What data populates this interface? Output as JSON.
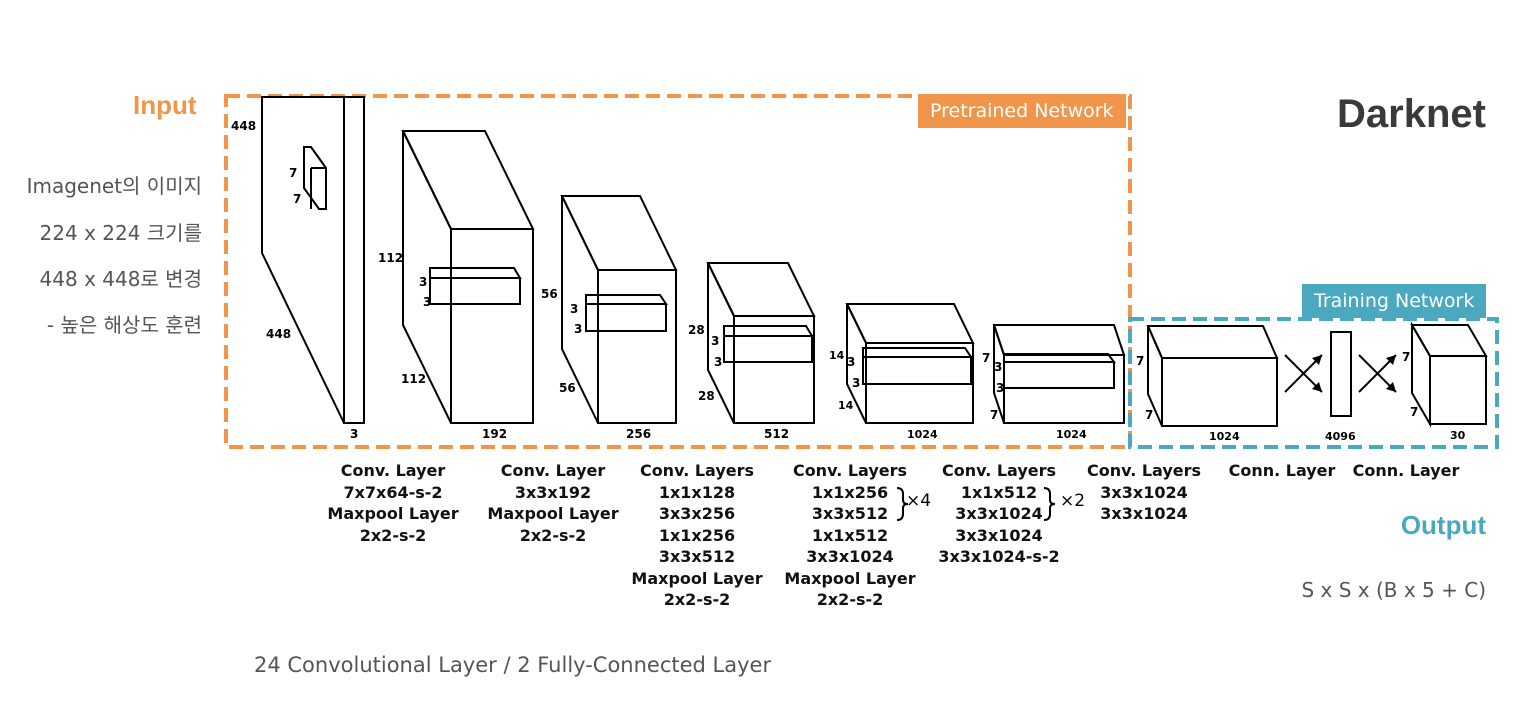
{
  "title": "Darknet",
  "input": {
    "label": "Input",
    "lines": [
      "Imagenet의 이미지",
      "224 x 224 크기를",
      "448 x 448로 변경",
      "- 높은 해상도 훈련"
    ]
  },
  "badges": {
    "pretrained": "Pretrained Network",
    "training": "Training Network"
  },
  "output": {
    "label": "Output",
    "formula": "S x S x (B x 5 + C)"
  },
  "footer": "24 Convolutional Layer  /  2 Fully-Connected Layer",
  "colors": {
    "orange": "#f0954a",
    "teal": "#4aa8c0"
  },
  "dims": {
    "input": {
      "h": "448",
      "w": "448",
      "d": "3",
      "kernel_a": "7",
      "kernel_b": "7"
    },
    "b1": {
      "h": "112",
      "w": "112",
      "d": "192",
      "kernel_a": "3",
      "kernel_b": "3"
    },
    "b2": {
      "h": "56",
      "w": "56",
      "d": "256",
      "kernel_a": "3",
      "kernel_b": "3"
    },
    "b3": {
      "h": "28",
      "w": "28",
      "d": "512",
      "kernel_a": "3",
      "kernel_b": "3"
    },
    "b4": {
      "h": "14",
      "w": "14",
      "d": "1024",
      "kernel_a": "3",
      "kernel_b": "3"
    },
    "b5": {
      "h": "7",
      "w": "7",
      "d": "1024",
      "kernel_a": "3",
      "kernel_b": "3"
    },
    "b6": {
      "h": "7",
      "w": "7",
      "d": "1024"
    },
    "fc": {
      "d": "4096"
    },
    "out": {
      "h": "7",
      "w": "7",
      "d": "30"
    }
  },
  "columns": [
    {
      "lines": [
        "Conv. Layer",
        "7x7x64-s-2",
        "Maxpool Layer",
        "2x2-s-2"
      ]
    },
    {
      "lines": [
        "Conv. Layer",
        "3x3x192",
        "Maxpool Layer",
        "2x2-s-2"
      ]
    },
    {
      "lines": [
        "Conv. Layers",
        "1x1x128",
        "3x3x256",
        "1x1x256",
        "3x3x512",
        "Maxpool Layer",
        "2x2-s-2"
      ]
    },
    {
      "lines": [
        "Conv. Layers",
        "1x1x256",
        "3x3x512",
        "1x1x512",
        "3x3x1024",
        "Maxpool Layer",
        "2x2-s-2"
      ],
      "multiplier": "×4"
    },
    {
      "lines": [
        "Conv. Layers",
        "1x1x512",
        "3x3x1024",
        "3x3x1024",
        "3x3x1024-s-2"
      ],
      "multiplier": "×2"
    },
    {
      "lines": [
        "Conv. Layers",
        "3x3x1024",
        "3x3x1024"
      ]
    },
    {
      "lines": [
        "Conn. Layer"
      ]
    },
    {
      "lines": [
        "Conn. Layer"
      ]
    }
  ]
}
